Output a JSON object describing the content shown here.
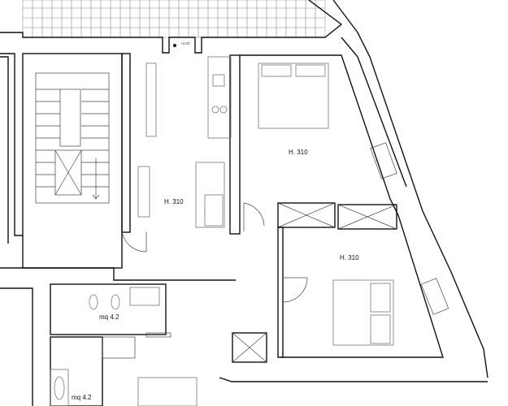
{
  "rooms": {
    "living": {
      "height_label": "H. 310"
    },
    "bedroom_top": {
      "height_label": "H. 310"
    },
    "bedroom_right": {
      "height_label": "H. 310"
    },
    "bath_1": {
      "area_label": "mq 4.2"
    },
    "bath_2": {
      "area_label": "mq 4.2"
    }
  },
  "level_markers": {
    "entrance": "+2.20"
  }
}
